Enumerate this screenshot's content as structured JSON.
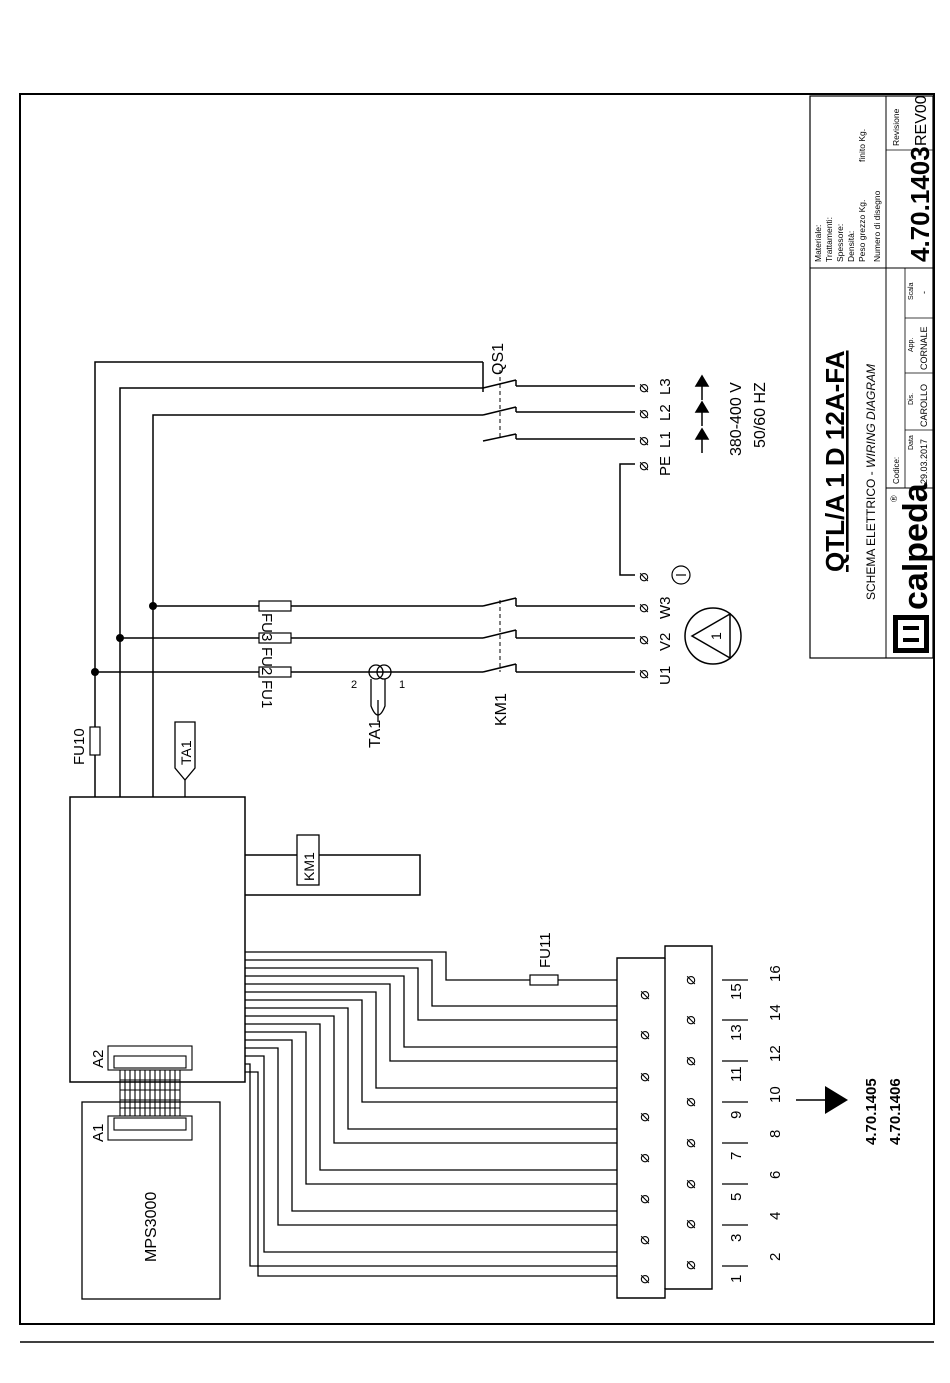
{
  "components": {
    "qs1": "QS1",
    "km1": "KM1",
    "km1_box": "KM1",
    "ta1": "TA1",
    "ta1_box": "TA1",
    "ta1_pin1": "1",
    "ta1_pin2": "2",
    "fu1": "FU1",
    "fu2": "FU2",
    "fu3": "FU3",
    "fu10": "FU10",
    "fu11": "FU11",
    "a1": "A1",
    "a2": "A2",
    "mps": "MPS3000",
    "motor_number": "1"
  },
  "mains_terminals": [
    "L3",
    "L2",
    "L1",
    "PE"
  ],
  "motor_terminals": [
    "U1",
    "V2",
    "W3"
  ],
  "supply": {
    "voltage": "380-400 V",
    "frequency": "50/60 HZ"
  },
  "terminal_numbers": [
    "1",
    "2",
    "3",
    "4",
    "5",
    "6",
    "7",
    "8",
    "9",
    "10",
    "11",
    "12",
    "13",
    "14",
    "15",
    "16"
  ],
  "terminal_symbol": "⌀",
  "references": [
    "4.70.1405",
    "4.70.1406"
  ],
  "title_block": {
    "title": "QTL/A 1 D 12A-FA",
    "subtitle_it": "SCHEMA ELETTRICO - ",
    "subtitle_en": "WIRING DIAGRAM",
    "brand": "calpeda",
    "brand_mark": "®",
    "material_label": "Materiale:",
    "treatment_label": "Trattamenti:",
    "thickness_label": "Spessore:",
    "density_label": "Densità:",
    "weight_raw_label": "Peso grezzo Kg.",
    "weight_finished_label": "finito Kg.",
    "code_label": "Codice:",
    "date_label": "Data",
    "date_value": "29.03.2017",
    "drawn_label": "Dis.",
    "drawn_value": "CAROLLO",
    "approved_label": "App.",
    "approved_value": "CORNALE",
    "scale_label": "Scala",
    "scale_value": "-",
    "drawing_number_label": "Numero di disegno",
    "drawing_number": "4.70.1403",
    "revision_label": "Revisione",
    "revision": "REV00"
  }
}
